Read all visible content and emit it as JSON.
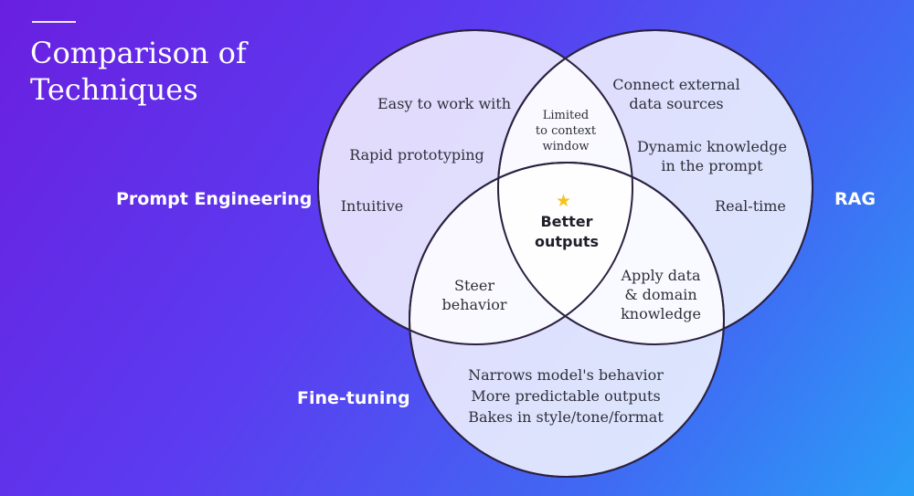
{
  "slide": {
    "title_line1": "Comparison of",
    "title_line2": "Techniques"
  },
  "sets": {
    "prompt_engineering": "Prompt Engineering",
    "rag": "RAG",
    "fine_tuning": "Fine-tuning"
  },
  "prompt_only": {
    "item1": "Easy to work with",
    "item2": "Rapid prototyping",
    "item3": "Intuitive"
  },
  "rag_only": {
    "item1_line1": "Connect external",
    "item1_line2": "data sources",
    "item2_line1": "Dynamic knowledge",
    "item2_line2": "in the prompt",
    "item3": "Real-time"
  },
  "prompt_rag": {
    "line1": "Limited",
    "line2": "to context",
    "line3": "window"
  },
  "prompt_fine": {
    "line1": "Steer",
    "line2": "behavior"
  },
  "rag_fine": {
    "line1": "Apply data",
    "line2": "& domain",
    "line3": "knowledge"
  },
  "fine_only": {
    "item1": "Narrows model's behavior",
    "item2": "More predictable outputs",
    "item3": "Bakes in style/tone/format"
  },
  "center": {
    "line1": "Better",
    "line2": "outputs",
    "icon": "star-icon",
    "icon_color": "#f6c21c"
  },
  "colors": {
    "circle_fill": "#ffffff",
    "circle_stroke": "#2b2140",
    "text": "#2f2f3b"
  }
}
